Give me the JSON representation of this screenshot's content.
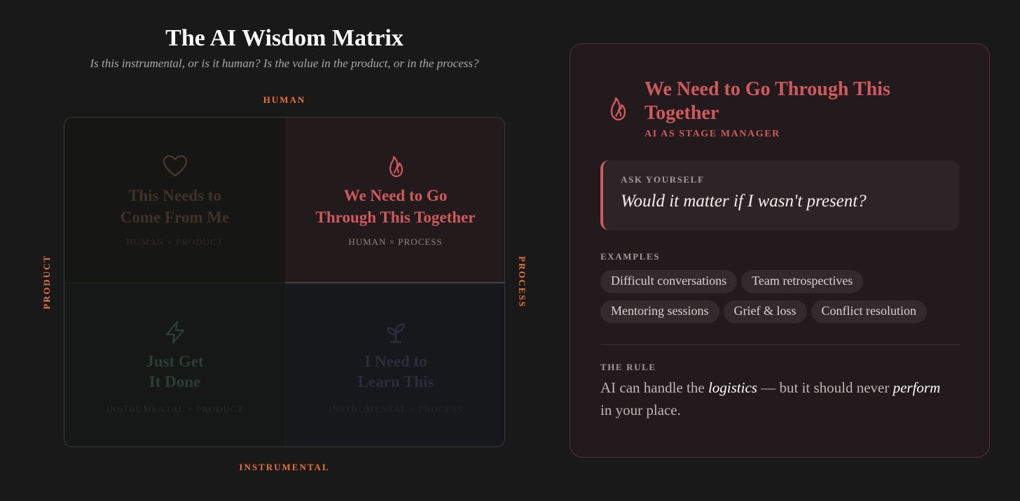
{
  "header": {
    "title": "The AI Wisdom Matrix",
    "subtitle": "Is this instrumental, or is it human? Is the value in the product, or in the process?"
  },
  "axes": {
    "top": "HUMAN",
    "bottom": "INSTRUMENTAL",
    "left": "PRODUCT",
    "right": "PROCESS",
    "color": "#e8743a"
  },
  "matrix": {
    "cells": [
      {
        "title": "This Needs to\nCome From Me",
        "subtitle": "HUMAN × PRODUCT",
        "icon": "heart-icon",
        "active": false
      },
      {
        "title": "We Need to Go\nThrough This Together",
        "subtitle": "HUMAN × PROCESS",
        "icon": "flame-icon",
        "active": true
      },
      {
        "title": "Just Get\nIt Done",
        "subtitle": "INSTRUMENTAL × PRODUCT",
        "icon": "lightning-icon",
        "active": false
      },
      {
        "title": "I Need to\nLearn This",
        "subtitle": "INSTRUMENTAL × PROCESS",
        "icon": "sprout-icon",
        "active": false
      }
    ]
  },
  "detail": {
    "icon": "flame-icon",
    "title": "We Need to Go Through This Together",
    "kicker": "AI AS STAGE MANAGER",
    "ask_label": "ASK YOURSELF",
    "ask_question": "Would it matter if I wasn't present?",
    "examples_label": "EXAMPLES",
    "examples": [
      "Difficult conversations",
      "Team retrospectives",
      "Mentoring sessions",
      "Grief & loss",
      "Conflict resolution"
    ],
    "rule_label": "THE RULE",
    "rule": {
      "before": "AI can handle the ",
      "emph1": "logistics",
      "middle": " — but it should never ",
      "emph2": "perform",
      "after": " in your place."
    },
    "accent_color": "#cf5a5e"
  }
}
